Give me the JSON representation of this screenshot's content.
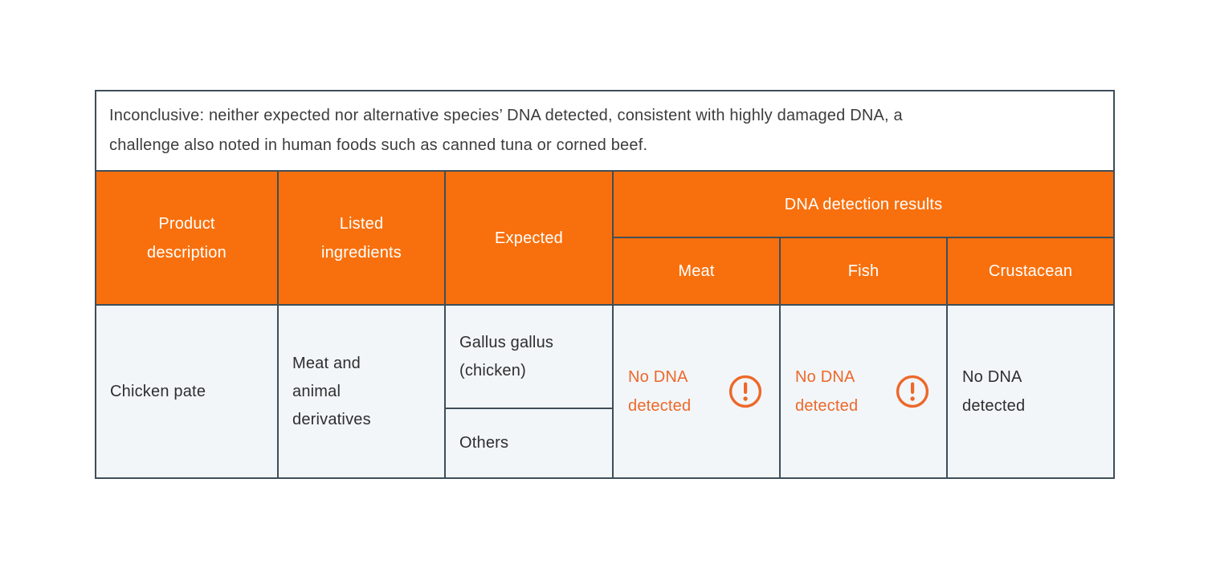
{
  "note": {
    "lines": [
      "Inconclusive: neither expected nor alternative species’ DNA detected, consistent with highly damaged DNA, a",
      "challenge also noted in human foods such as canned tuna or corned beef."
    ]
  },
  "header": {
    "product": "Product description",
    "ingredients": "Listed ingredients",
    "expected": "Expected",
    "dna_results": "DNA detection results",
    "sub": [
      "Meat",
      "Fish",
      "Crustacean"
    ]
  },
  "row": {
    "product": "Chicken pate",
    "ingredients": "Meat and animal derivatives",
    "expected_primary": "Gallus gallus (chicken)",
    "expected_secondary": "Others",
    "results": {
      "meat": {
        "text": "No DNA detected",
        "flagged": true
      },
      "fish": {
        "text": "No DNA detected",
        "flagged": true
      },
      "crustacean": {
        "text": "No DNA detected",
        "flagged": false
      }
    }
  },
  "icons": {
    "warning": "exclamation-circle"
  },
  "colors": {
    "header_orange": "#F8700D",
    "warning_orange": "#ED682A",
    "border": "#3E4E59",
    "cell_bg": "#F2F6F9"
  }
}
